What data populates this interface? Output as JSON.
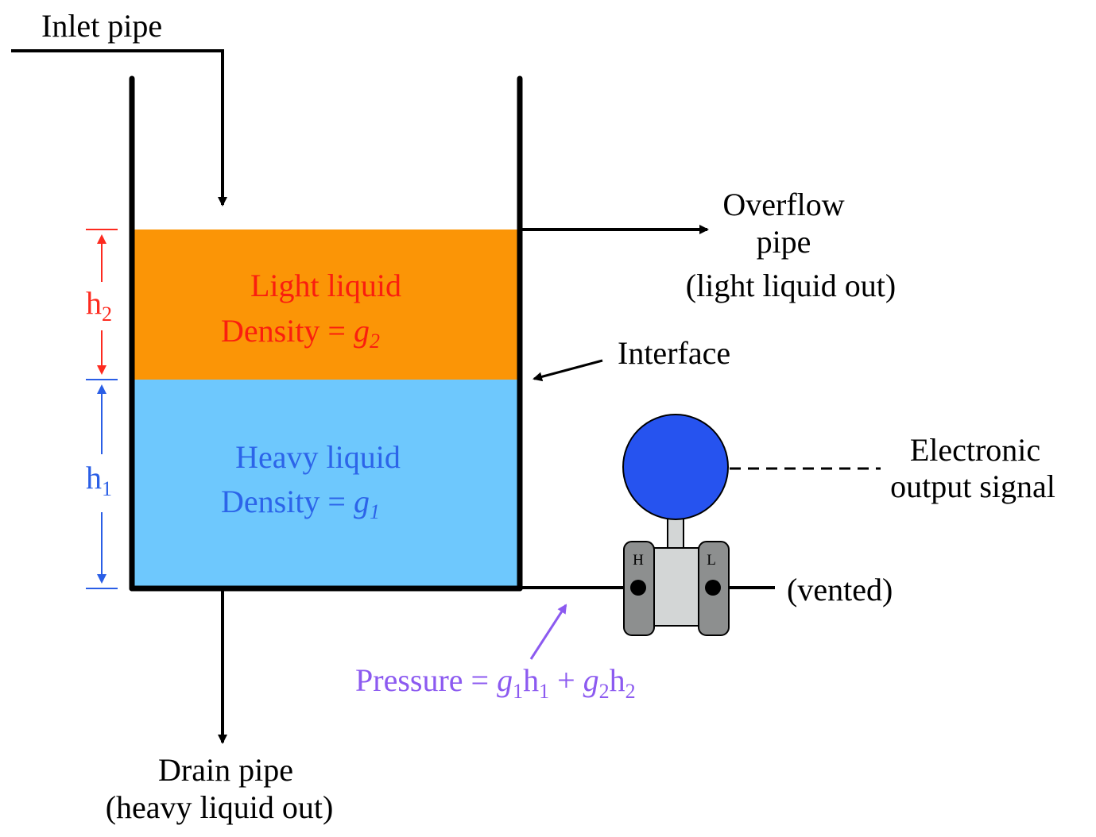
{
  "labels": {
    "inlet_pipe": "Inlet pipe",
    "overflow_line1": "Overflow",
    "overflow_line2": "pipe",
    "overflow_line3": "(light liquid out)",
    "interface": "Interface",
    "electronic_line1": "Electronic",
    "electronic_line2": "output signal",
    "vented": "(vented)",
    "drain_line1": "Drain pipe",
    "drain_line2": "(heavy liquid out)"
  },
  "light_liquid": {
    "name": "Light liquid",
    "density_prefix": "Density = ",
    "density_symbol": "g",
    "density_sub": "2"
  },
  "heavy_liquid": {
    "name": "Heavy liquid",
    "density_prefix": "Density = ",
    "density_symbol": "g",
    "density_sub": "1"
  },
  "heights": {
    "h2_symbol": "h",
    "h2_sub": "2",
    "h1_symbol": "h",
    "h1_sub": "1"
  },
  "pressure": {
    "prefix": "Pressure = ",
    "g1": "g",
    "g1_sub": "1",
    "h1": "h",
    "h1_sub": "1",
    "plus": " + ",
    "g2": "g",
    "g2_sub": "2",
    "h2": "h",
    "h2_sub": "2"
  },
  "transmitter": {
    "high_port": "H",
    "low_port": "L"
  },
  "colors": {
    "light_liquid_fill": "#fb9506",
    "heavy_liquid_fill": "#6ec8fd",
    "light_text": "#fa1e0f",
    "heavy_text": "#2c64e9",
    "h2_dimension": "#fd2a1f",
    "h1_dimension": "#2a5ee6",
    "pressure_text": "#8c5af0",
    "transmitter_head": "#2653ef",
    "transmitter_body": "#d3d6d6",
    "transmitter_flange": "#8d8f8f"
  }
}
